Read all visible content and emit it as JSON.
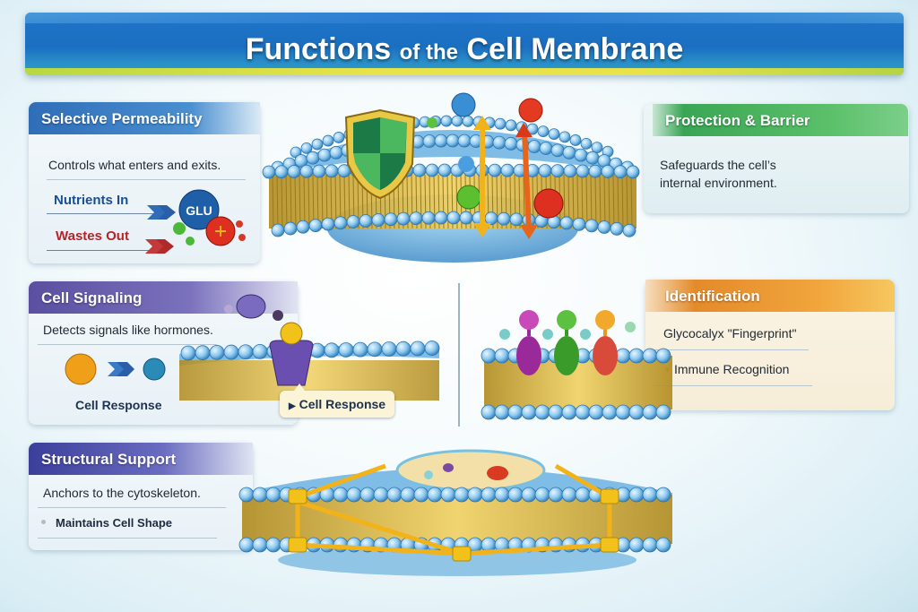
{
  "title": {
    "part1": "Functions",
    "part2": "of the",
    "part3": "Cell Membrane"
  },
  "panels": {
    "selective_permeability": {
      "heading": "Selective Permeability",
      "description": "Controls what enters and exits.",
      "nutrients_label": "Nutrients In",
      "wastes_label": "Wastes Out",
      "molecule_label": "GLU",
      "accent": "#2f6db8"
    },
    "protection": {
      "heading": "Protection & Barrier",
      "description_line1": "Safeguards the cell’s",
      "description_line2": "internal environment.",
      "accent": "#3aa655"
    },
    "cell_signaling": {
      "heading": "Cell Signaling",
      "description": "Detects signals like hormones.",
      "response_label": "Cell Response",
      "callout_label": "Cell Response",
      "accent": "#5a4fa0"
    },
    "identification": {
      "heading": "Identification",
      "item1": "Glycocalyx \"Fingerprint\"",
      "item2": "Immune Recognition",
      "accent": "#e48a2a"
    },
    "structural_support": {
      "heading": "Structural Support",
      "description": "Anchors to the cytoskeleton.",
      "item1": "Maintains Cell Shape",
      "accent": "#3c3f9a"
    }
  },
  "icons": {
    "shield": "shield-icon",
    "transport_arrows": "double-arrow-icon",
    "receptor": "receptor-protein-icon",
    "glycoproteins": "glycoprotein-icon",
    "cytoskeleton": "cytoskeleton-frame-icon"
  },
  "colors": {
    "lipid_head": "#8cc8ee",
    "lipid_tail": "#d8b43a",
    "banner": "#1b6fc0",
    "banner_stripe": "#e8e34a"
  }
}
